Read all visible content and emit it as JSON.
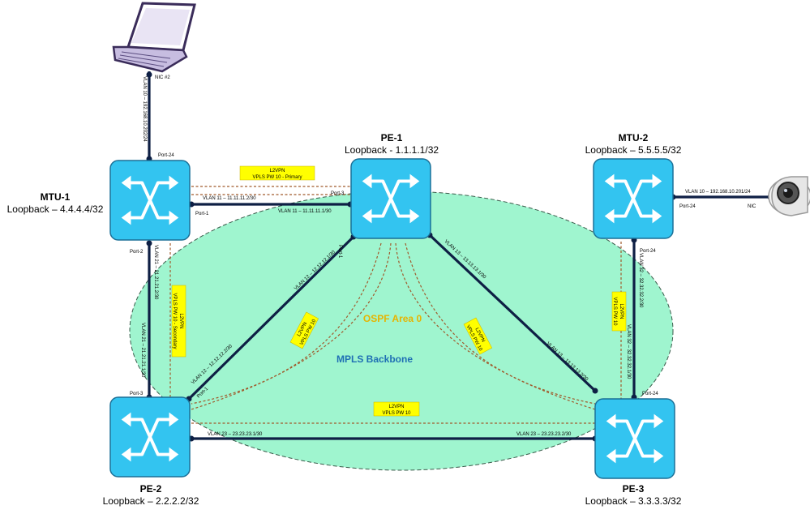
{
  "nodes": {
    "mtu1": {
      "name": "MTU-1",
      "loopback": "Loopback – 4.4.4.4/32"
    },
    "pe1": {
      "name": "PE-1",
      "loopback": "Loopback - 1.1.1.1/32"
    },
    "mtu2": {
      "name": "MTU-2",
      "loopback": "Loopback – 5.5.5.5/32"
    },
    "pe2": {
      "name": "PE-2",
      "loopback": "Loopback – 2.2.2.2/32"
    },
    "pe3": {
      "name": "PE-3",
      "loopback": "Loopback – 3.3.3.3/32"
    }
  },
  "area": {
    "ospf": "OSPF Area 0",
    "mpls": "MPLS Backbone"
  },
  "colors": {
    "switch": "#33c4f0",
    "area_fill": "#9ff5cf",
    "area_label": "#e6b400",
    "mpls_label": "#1f6fb4",
    "link": "#0e1f44",
    "pw": "#a05a2c",
    "tag": "#ffff00"
  },
  "links": {
    "laptop_mtu1": "VLAN 10 – 192.168.10.202/24",
    "mtu1_pe1_a": "VLAN 11 – 11.11.11.2/30",
    "mtu1_pe1_b": "VLAN 11 – 11.11.11.1/30",
    "mtu1_pe2_a": "VLAN 21 – 21.21.21.2/30",
    "mtu1_pe2_b": "VLAN 21 – 21.21.21.1/30",
    "pe1_pe2_a": "VLAN 12 – 12.12.12.1/30",
    "pe1_pe2_b": "VLAN 12 – 12.12.12.2/30",
    "pe1_pe3_a": "VLAN 13 – 13.13.13.1/30",
    "pe1_pe3_b": "VLAN 13 – 13.13.13.2/30",
    "pe2_pe3_a": "VLAN 23 – 23.23.23.1/30",
    "pe2_pe3_b": "VLAN 23 – 23.23.23.2/30",
    "mtu2_pe3_a": "VLAN 32 – 32.32.32.2/30",
    "mtu2_pe3_b": "VLAN 32 – 32.32.32.1/30",
    "mtu2_cam": "VLAN 10 – 192.168.10.201/24"
  },
  "ports": {
    "nic2": "NIC #2",
    "nic": "NIC",
    "mtu1_p24": "Port-24",
    "mtu1_p1": "Port-1",
    "mtu1_p2": "Port-2",
    "pe1_p3": "Port-3",
    "pe1_p1": "Port-1",
    "pe2_p3": "Port-3",
    "pe2_p1": "Port-1",
    "mtu2_p24a": "Port-24",
    "mtu2_p24b": "Port-24",
    "pe3_p24": "Port-24"
  },
  "pws": {
    "primary_l1": "L2VPN",
    "primary_l2": "VPLS PW 10 - Primary",
    "secondary_l1": "L2VPN",
    "secondary_l2": "VPLS PW 10 - Secondary",
    "pe1pe2_l1": "L2VPN",
    "pe1pe2_l2": "VPLS PW 10",
    "pe1pe3_l1": "L2VPN",
    "pe1pe3_l2": "VPLS PW 10",
    "pe2pe3_l1": "L2VPN",
    "pe2pe3_l2": "VPLS PW 10",
    "mtu2pe3_l1": "L2VPN",
    "mtu2pe3_l2": "VPLS PW 10"
  }
}
